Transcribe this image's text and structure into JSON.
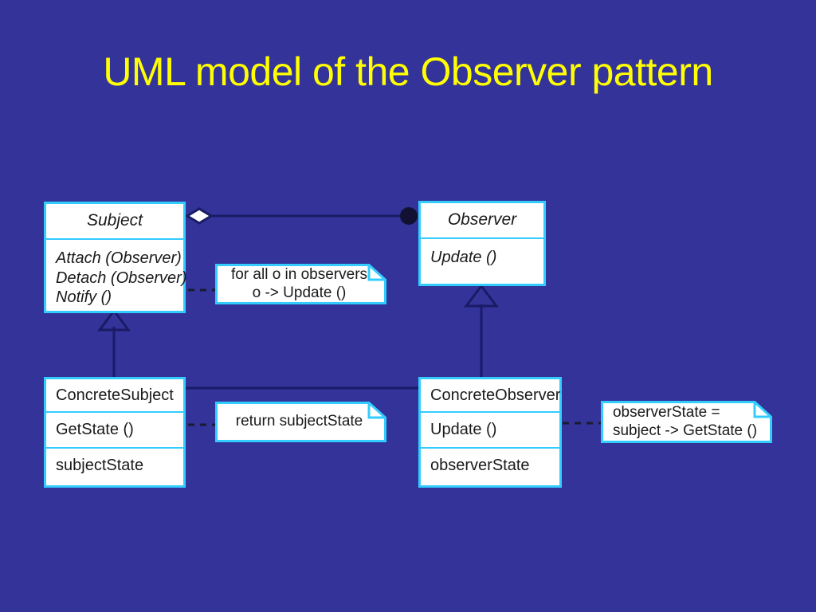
{
  "slide": {
    "title": "UML model of the Observer pattern",
    "title_color": "#ffff00",
    "background_color": "#333399",
    "box_border_color": "#33ccff",
    "box_fill_color": "#ffffff",
    "edge_color": "#1a1a66"
  },
  "classes": [
    {
      "id": "subject",
      "name": "Subject",
      "abstract": true,
      "operations": [
        "Attach (Observer)",
        "Detach (Observer)",
        "Notify ()"
      ],
      "attributes": []
    },
    {
      "id": "observer",
      "name": "Observer",
      "abstract": true,
      "operations": [
        "Update ()"
      ],
      "attributes": []
    },
    {
      "id": "concrete-subject",
      "name": "ConcreteSubject",
      "abstract": false,
      "operations": [
        "GetState ()"
      ],
      "attributes": [
        "subjectState"
      ]
    },
    {
      "id": "concrete-observer",
      "name": "ConcreteObserver",
      "abstract": false,
      "operations": [
        "Update ()"
      ],
      "attributes": [
        "observerState"
      ]
    }
  ],
  "notes": [
    {
      "id": "note-notify",
      "text": "for all o in observers\no -> Update ()",
      "anchor": "Notify ()"
    },
    {
      "id": "note-getstate",
      "text": "return subjectState",
      "anchor": "GetState ()"
    },
    {
      "id": "note-update",
      "text": "observerState =\n  subject -> GetState ()",
      "anchor": "Update ()"
    }
  ],
  "relationships": [
    {
      "id": "subject-observes",
      "type": "aggregation",
      "from": "Subject",
      "to": "Observer",
      "source_decoration": "hollow-diamond",
      "target_decoration": "filled-circle"
    },
    {
      "id": "concretesubject-generalization",
      "type": "generalization",
      "from": "ConcreteSubject",
      "to": "Subject",
      "target_decoration": "hollow-triangle"
    },
    {
      "id": "concreteobserver-generalization",
      "type": "generalization",
      "from": "ConcreteObserver",
      "to": "Observer",
      "target_decoration": "hollow-triangle"
    },
    {
      "id": "concretesubject-concreteobserver",
      "type": "association",
      "from": "ConcreteSubject",
      "to": "ConcreteObserver",
      "source_decoration": "none",
      "target_decoration": "none"
    }
  ]
}
